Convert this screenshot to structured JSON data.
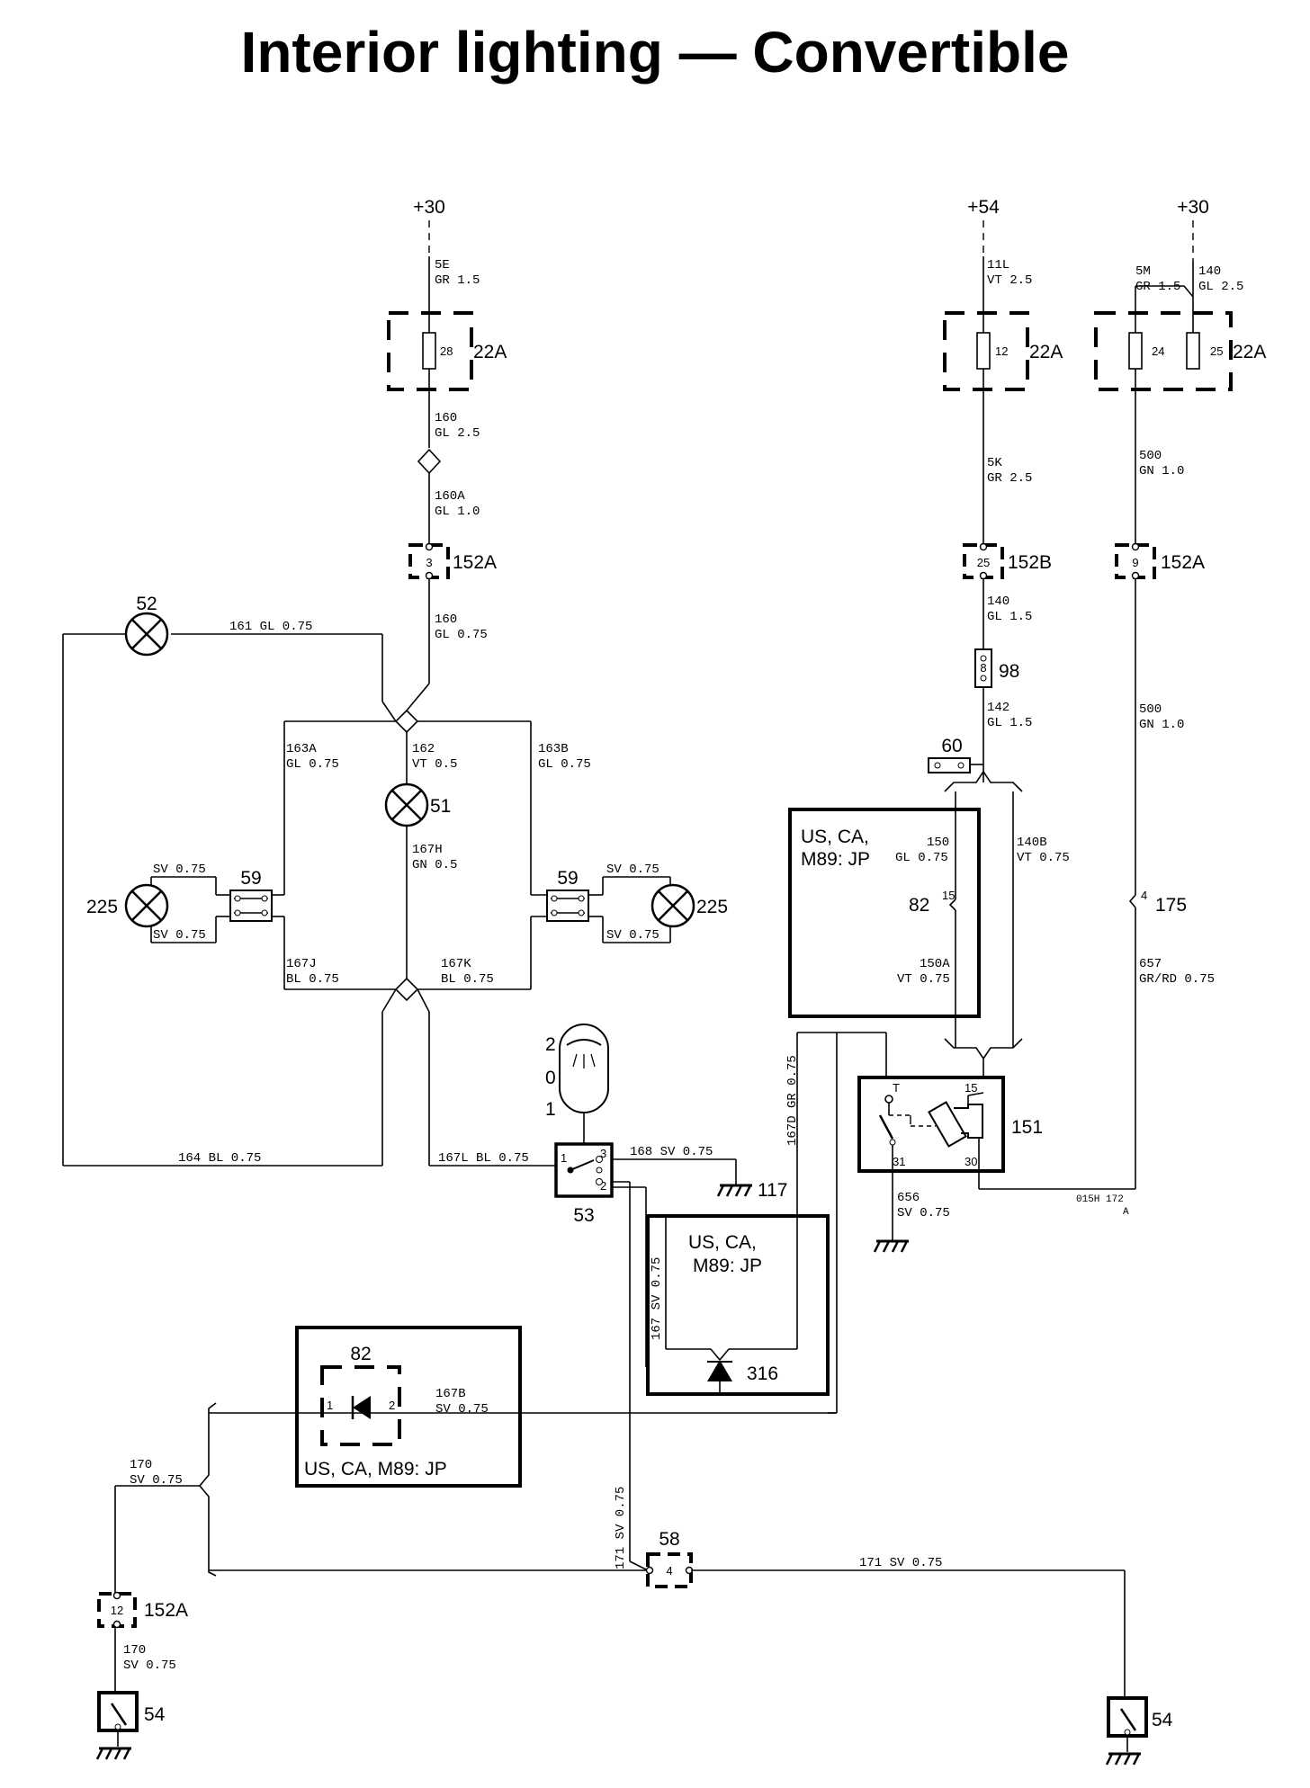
{
  "title": "Interior lighting — Convertible",
  "supplies": {
    "left": "+30",
    "mid": "+54",
    "right": "+30"
  },
  "fuse_boxes": {
    "left": {
      "fuse": "28",
      "label": "22A"
    },
    "mid": {
      "fuse": "12",
      "label": "22A"
    },
    "right": {
      "fuse_a": "24",
      "fuse_b": "25",
      "label": "22A"
    }
  },
  "connectors": {
    "c152a_top": {
      "pin": "3",
      "label": "152A"
    },
    "c152b": {
      "pin": "25",
      "label": "152B"
    },
    "c152a_right": {
      "pin": "9",
      "label": "152A"
    },
    "c152a_bottom": {
      "pin": "12",
      "label": "152A"
    },
    "c58": {
      "pin": "4",
      "label": "58"
    },
    "c175": {
      "pin": "4",
      "label": "175"
    },
    "c82": {
      "pin": "15",
      "label": "82"
    }
  },
  "wires": [
    {
      "id": "5e",
      "line1": "5E",
      "line2": "GR 1.5"
    },
    {
      "id": "160-top",
      "line1": "160",
      "line2": "GL 2.5"
    },
    {
      "id": "160a",
      "line1": "160A",
      "line2": "GL 1.0"
    },
    {
      "id": "160",
      "line1": "160",
      "line2": "GL 0.75"
    },
    {
      "id": "161",
      "line1": "161 GL 0.75"
    },
    {
      "id": "163a",
      "line1": "163A",
      "line2": "GL 0.75"
    },
    {
      "id": "162",
      "line1": "162",
      "line2": "VT 0.5"
    },
    {
      "id": "163b",
      "line1": "163B",
      "line2": "GL 0.75"
    },
    {
      "id": "167h",
      "line1": "167H",
      "line2": "GN 0.5"
    },
    {
      "id": "167j",
      "line1": "167J",
      "line2": "BL 0.75"
    },
    {
      "id": "167k",
      "line1": "167K",
      "line2": "BL 0.75"
    },
    {
      "id": "sv-ll-top",
      "line1": "SV 0.75"
    },
    {
      "id": "sv-ll-bot",
      "line1": "SV 0.75"
    },
    {
      "id": "sv-rl-top",
      "line1": "SV 0.75"
    },
    {
      "id": "sv-rl-bot",
      "line1": "SV 0.75"
    },
    {
      "id": "164",
      "line1": "164 BL 0.75"
    },
    {
      "id": "167l",
      "line1": "167L BL 0.75"
    },
    {
      "id": "168",
      "line1": "168 SV 0.75"
    },
    {
      "id": "11l",
      "line1": "11L",
      "line2": "VT 2.5"
    },
    {
      "id": "5m",
      "line1": "5M",
      "line2": "GR 1.5"
    },
    {
      "id": "5k",
      "line1": "5K",
      "line2": "GR 2.5"
    },
    {
      "id": "140-top",
      "line1": "140",
      "line2": "GL 2.5"
    },
    {
      "id": "500-top",
      "line1": "500",
      "line2": "GN 1.0"
    },
    {
      "id": "140-mid",
      "line1": "140",
      "line2": "GL 1.5"
    },
    {
      "id": "142",
      "line1": "142",
      "line2": "GL 1.5"
    },
    {
      "id": "500-mid",
      "line1": "500",
      "line2": "GN 1.0"
    },
    {
      "id": "150",
      "line1": "150",
      "line2": "GL 0.75"
    },
    {
      "id": "140b",
      "line1": "140B",
      "line2": "VT 0.75"
    },
    {
      "id": "150a",
      "line1": "150A",
      "line2": "VT 0.75"
    },
    {
      "id": "657",
      "line1": "657",
      "line2": "GR/RD 0.75"
    },
    {
      "id": "656",
      "line1": "656",
      "line2": "SV 0.75"
    },
    {
      "id": "167b",
      "line1": "167B",
      "line2": "SV 0.75"
    },
    {
      "id": "170-top",
      "line1": "170",
      "line2": "SV 0.75"
    },
    {
      "id": "170-bot",
      "line1": "170",
      "line2": "SV 0.75"
    },
    {
      "id": "171-bottom",
      "line1": "171 SV 0.75"
    }
  ],
  "vertical_wires": {
    "w167d": "167D GR 0.75",
    "w167sv": "167 SV 0.75",
    "w171sv": "171 SV 0.75"
  },
  "components": {
    "lamp_52": "52",
    "lamp_51": "51",
    "lamp_225_left": "225",
    "lamp_225_right": "225",
    "conn_59_left": "59",
    "conn_59_right": "59",
    "switch_53": "53",
    "ground_117": "117",
    "diode_316": "316",
    "relay_151": "151",
    "conn_98": "98",
    "conn_60": "60",
    "diode_82": "82",
    "door_switch_left": "54",
    "door_switch_right": "54"
  },
  "switch_positions": {
    "p2": "2",
    "p0": "0",
    "p1": "1"
  },
  "switch_pins": {
    "p1": "1",
    "p2": "2",
    "p3": "3"
  },
  "relay_pins": {
    "t": "T",
    "p15": "15",
    "p31": "31",
    "p30": "30"
  },
  "diode_pins": {
    "p1": "1",
    "p2": "2"
  },
  "conn98_pin": "8",
  "option_labels": {
    "box_upper_1": "US, CA,",
    "box_upper_2": "M89: JP",
    "box_mid_1": "US, CA,",
    "box_mid_2": "M89: JP",
    "box_lower": "US, CA, M89: JP"
  },
  "ref_code": {
    "line1": "015H 172",
    "line2": "A"
  }
}
